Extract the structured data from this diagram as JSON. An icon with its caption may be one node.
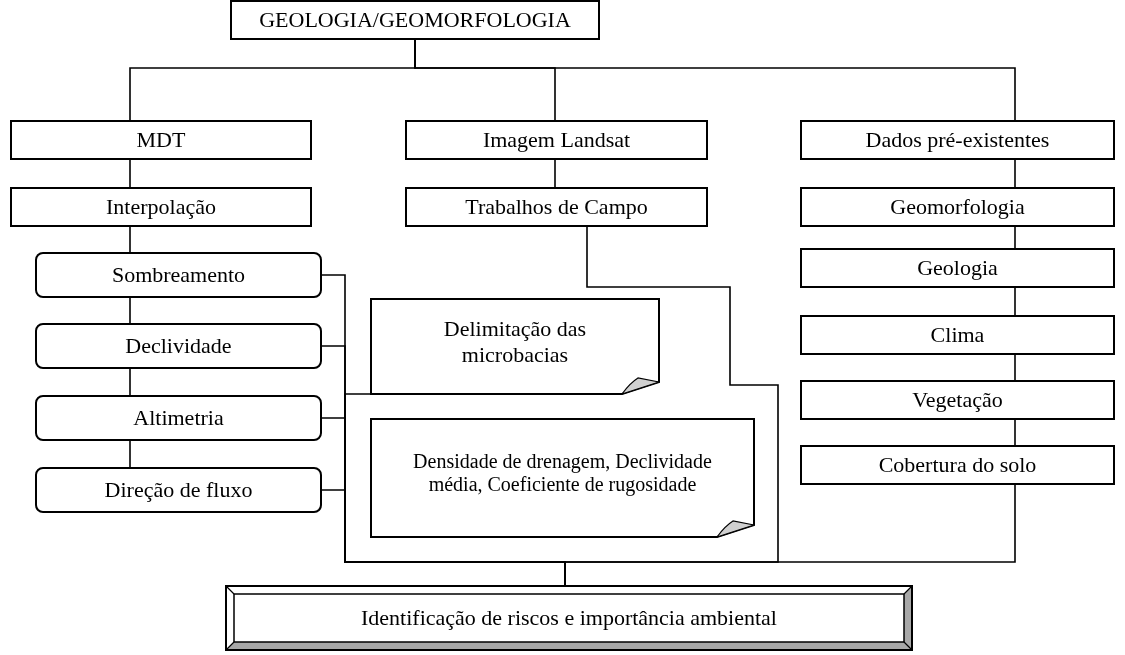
{
  "diagram": {
    "nodes": [
      {
        "text": [
          "GEOLOGIA/GEOMORFOLOGIA"
        ]
      },
      {
        "text": [
          "MDT"
        ]
      },
      {
        "text": [
          "Imagem Landsat"
        ]
      },
      {
        "text": [
          "Dados pré-existentes"
        ]
      },
      {
        "text": [
          "Interpolação"
        ]
      },
      {
        "text": [
          "Trabalhos de Campo"
        ]
      },
      {
        "text": [
          "Geomorfologia"
        ]
      },
      {
        "text": [
          "Sombreamento"
        ]
      },
      {
        "text": [
          "Geologia"
        ]
      },
      {
        "text": [
          "Delimitação das microbacias"
        ]
      },
      {
        "text": [
          "Declividade"
        ]
      },
      {
        "text": [
          "Clima"
        ]
      },
      {
        "text": [
          "Altimetria"
        ]
      },
      {
        "text": [
          "Vegetação"
        ]
      },
      {
        "text": [
          "Densidade de drenagem, Declividade média, Coeficiente de rugosidade"
        ]
      },
      {
        "text": [
          "Direção de fluxo"
        ]
      },
      {
        "text": [
          "Cobertura do solo"
        ]
      },
      {
        "text": [
          "Identificação de riscos e importância ambiental"
        ]
      }
    ],
    "edges": [
      {
        "from": 0,
        "to": 1,
        "arrow": "none"
      },
      {
        "from": 0,
        "to": 2,
        "arrow": "none"
      },
      {
        "from": 0,
        "to": 3,
        "arrow": "none"
      },
      {
        "from": 1,
        "to": 4,
        "arrow": "none"
      },
      {
        "from": 2,
        "to": 5,
        "arrow": "none"
      },
      {
        "from": 3,
        "to": 6,
        "arrow": "none"
      },
      {
        "from": 4,
        "to": 7,
        "arrow": "none"
      },
      {
        "from": 7,
        "to": 10,
        "arrow": "none"
      },
      {
        "from": 10,
        "to": 12,
        "arrow": "none"
      },
      {
        "from": 12,
        "to": 15,
        "arrow": "none"
      },
      {
        "from": 6,
        "to": 8,
        "arrow": "none"
      },
      {
        "from": 8,
        "to": 11,
        "arrow": "none"
      },
      {
        "from": 11,
        "to": 13,
        "arrow": "none"
      },
      {
        "from": 13,
        "to": 16,
        "arrow": "none"
      },
      {
        "from": 7,
        "to": 17,
        "arrow": "none"
      },
      {
        "from": 10,
        "to": 17,
        "arrow": "none"
      },
      {
        "from": 12,
        "to": 17,
        "arrow": "none"
      },
      {
        "from": 15,
        "to": 17,
        "arrow": "none"
      },
      {
        "from": 9,
        "to": 17,
        "arrow": "none"
      },
      {
        "from": 5,
        "to": 17,
        "arrow": "none"
      },
      {
        "from": 16,
        "to": 17,
        "arrow": "none"
      }
    ]
  }
}
